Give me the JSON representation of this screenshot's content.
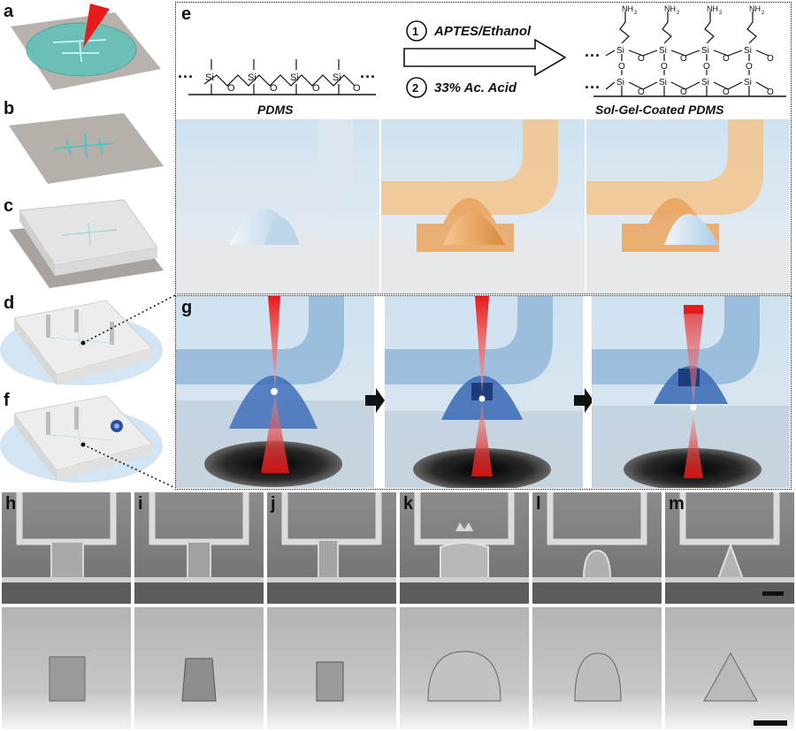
{
  "panels": {
    "a": "a",
    "b": "b",
    "c": "c",
    "d": "d",
    "f": "f",
    "e": "e",
    "g": "g",
    "h": "h",
    "i": "i",
    "j": "j",
    "k": "k",
    "l": "l",
    "m": "m"
  },
  "chemistry": {
    "step1_num": "1",
    "step1": "APTES/Ethanol",
    "step2_num": "2",
    "step2": "33% Ac. Acid",
    "left_label": "PDMS",
    "right_label": "Sol-Gel-Coated PDMS",
    "si": "Si",
    "o": "O",
    "nh2": "NH",
    "sub2": "2",
    "dots": "···"
  },
  "colors": {
    "laser_red": "#e81a1a",
    "sky_blue": "#a9cbe3",
    "coated_orange": "#e9a25c",
    "channel_cyan": "#3ec5c8"
  }
}
